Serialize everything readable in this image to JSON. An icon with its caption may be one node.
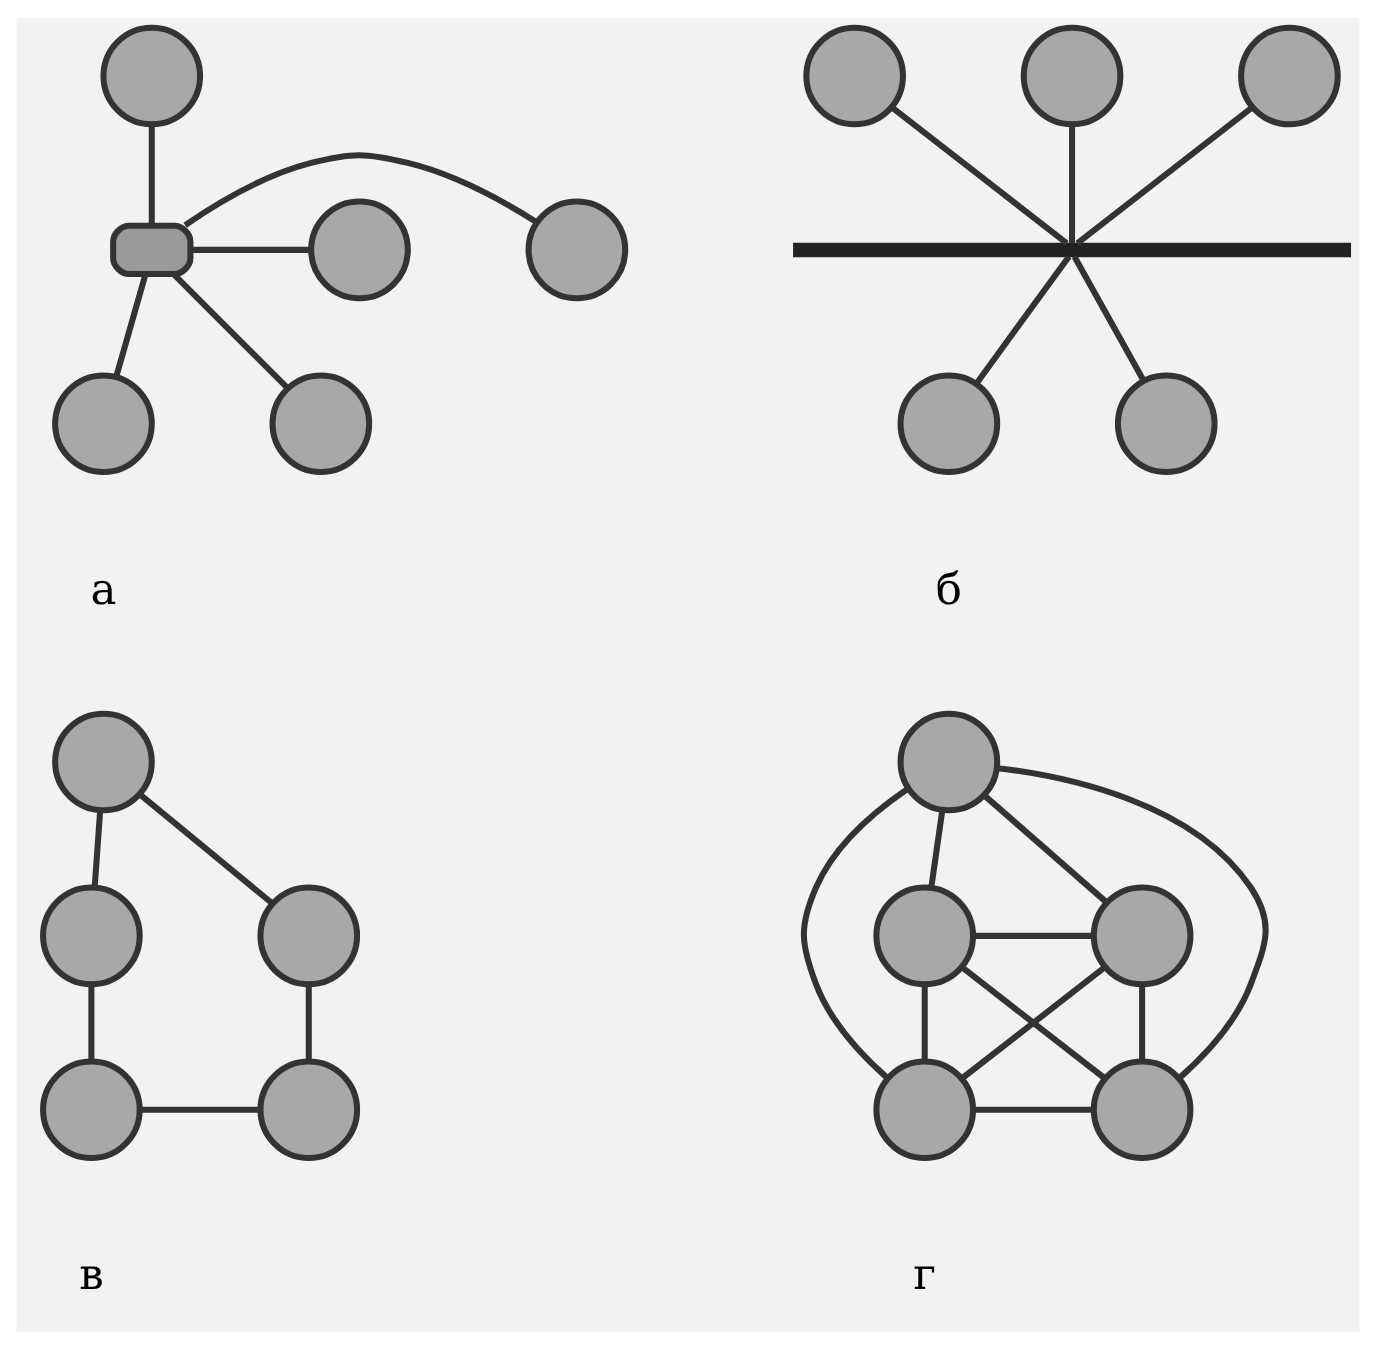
{
  "diagram": {
    "nodes": [
      {
        "text": [],
        "shape": "box"
      },
      {
        "text": [],
        "shape": "circle"
      },
      {
        "text": [],
        "shape": "circle"
      },
      {
        "text": [],
        "shape": "circle"
      },
      {
        "text": [],
        "shape": "circle"
      },
      {
        "text": [],
        "shape": "circle"
      },
      {
        "text": [],
        "shape": "bar"
      },
      {
        "text": [],
        "shape": "circle"
      },
      {
        "text": [],
        "shape": "circle"
      },
      {
        "text": [],
        "shape": "circle"
      },
      {
        "text": [],
        "shape": "circle"
      },
      {
        "text": [],
        "shape": "circle"
      },
      {
        "text": [],
        "shape": "circle"
      },
      {
        "text": [],
        "shape": "circle"
      },
      {
        "text": [],
        "shape": "circle"
      },
      {
        "text": [],
        "shape": "circle"
      },
      {
        "text": [],
        "shape": "circle"
      },
      {
        "text": [],
        "shape": "circle"
      },
      {
        "text": [],
        "shape": "circle"
      },
      {
        "text": [],
        "shape": "circle"
      },
      {
        "text": [],
        "shape": "circle"
      },
      {
        "text": [],
        "shape": "circle"
      }
    ],
    "edges": [
      {
        "from": 1,
        "to": 0,
        "arrow": "none"
      },
      {
        "from": 0,
        "to": 2,
        "arrow": "none"
      },
      {
        "from": 0,
        "to": 3,
        "arrow": "none"
      },
      {
        "from": 0,
        "to": 4,
        "arrow": "none"
      },
      {
        "from": 0,
        "to": 5,
        "arrow": "none"
      },
      {
        "from": 7,
        "to": 6,
        "arrow": "none"
      },
      {
        "from": 8,
        "to": 6,
        "arrow": "none"
      },
      {
        "from": 9,
        "to": 6,
        "arrow": "none"
      },
      {
        "from": 6,
        "to": 10,
        "arrow": "none"
      },
      {
        "from": 6,
        "to": 11,
        "arrow": "none"
      },
      {
        "from": 12,
        "to": 13,
        "arrow": "none"
      },
      {
        "from": 12,
        "to": 14,
        "arrow": "none"
      },
      {
        "from": 13,
        "to": 15,
        "arrow": "none"
      },
      {
        "from": 14,
        "to": 16,
        "arrow": "none"
      },
      {
        "from": 15,
        "to": 16,
        "arrow": "none"
      },
      {
        "from": 17,
        "to": 18,
        "arrow": "none"
      },
      {
        "from": 17,
        "to": 19,
        "arrow": "none"
      },
      {
        "from": 17,
        "to": 20,
        "arrow": "none"
      },
      {
        "from": 17,
        "to": 21,
        "arrow": "none"
      },
      {
        "from": 18,
        "to": 19,
        "arrow": "none"
      },
      {
        "from": 18,
        "to": 20,
        "arrow": "none"
      },
      {
        "from": 18,
        "to": 21,
        "arrow": "none"
      },
      {
        "from": 19,
        "to": 20,
        "arrow": "none"
      },
      {
        "from": 19,
        "to": 21,
        "arrow": "none"
      },
      {
        "from": 20,
        "to": 21,
        "arrow": "none"
      }
    ],
    "labels": [
      "а",
      "б",
      "в",
      "г"
    ]
  }
}
